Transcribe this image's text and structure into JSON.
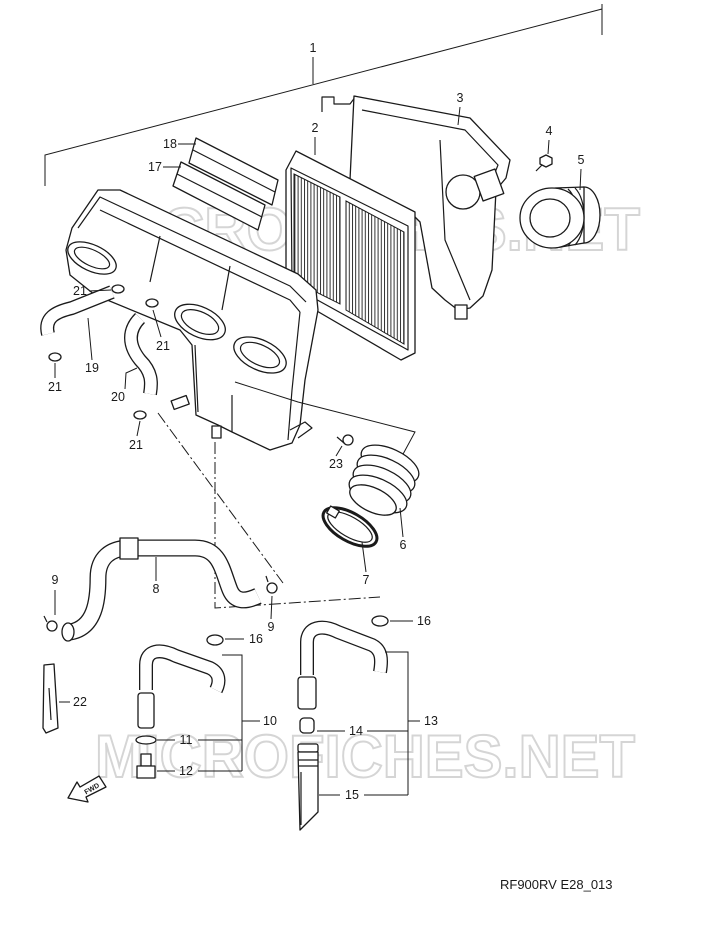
{
  "figure": {
    "code": "RF900RV E28_013"
  },
  "watermark": "MICROFICHES.NET",
  "fwd_label": "FWD",
  "callouts": {
    "c1": "1",
    "c2": "2",
    "c3": "3",
    "c4": "4",
    "c5": "5",
    "c6": "6",
    "c7": "7",
    "c8": "8",
    "c9a": "9",
    "c9b": "9",
    "c10": "10",
    "c11": "11",
    "c12": "12",
    "c13": "13",
    "c14": "14",
    "c15": "15",
    "c16a": "16",
    "c16b": "16",
    "c17": "17",
    "c18": "18",
    "c19": "19",
    "c20": "20",
    "c21a": "21",
    "c21b": "21",
    "c21c": "21",
    "c21d": "21",
    "c22": "22",
    "c23": "23"
  },
  "colors": {
    "line": "#1a1a1a",
    "background": "#ffffff",
    "watermark": "#c8c8c8"
  }
}
